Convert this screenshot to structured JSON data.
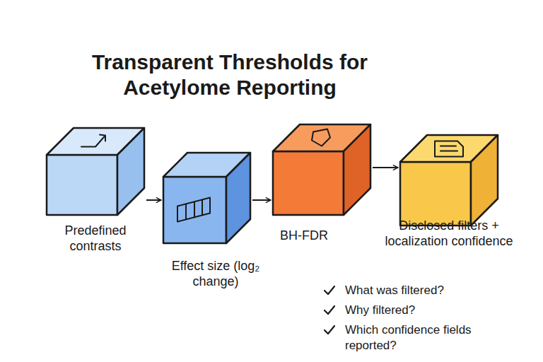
{
  "diagram": {
    "title": "Transparent Thresholds for Acetylome Reporting",
    "nodes": [
      {
        "text": [
          "Predefined contrasts"
        ]
      },
      {
        "text": [
          "Effect size (log₂ change)"
        ]
      },
      {
        "text": [
          "BH-FDR"
        ]
      },
      {
        "text": [
          "Disclosed filters + localization confidence"
        ]
      }
    ],
    "edges": [
      {
        "from": 0,
        "to": 1,
        "arrow": "to"
      },
      {
        "from": 1,
        "to": 2,
        "arrow": "to"
      },
      {
        "from": 2,
        "to": 3,
        "arrow": "to"
      }
    ],
    "labels": [
      "What was filtered?",
      "Why filtered?",
      "Which confidence fields reported?"
    ]
  }
}
